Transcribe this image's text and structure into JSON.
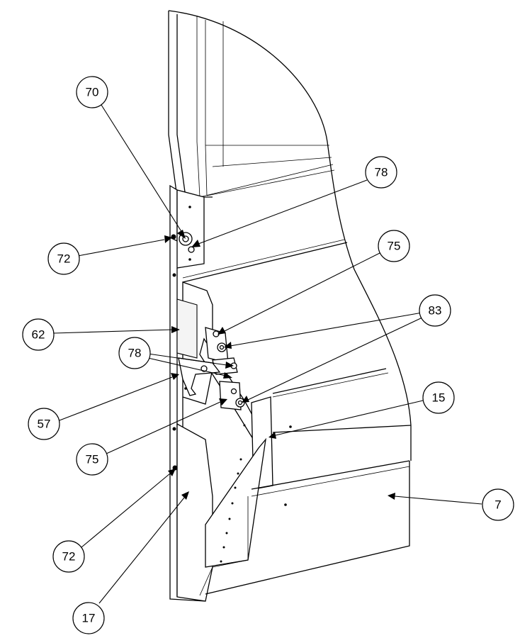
{
  "callouts": [
    {
      "id": "callout-70",
      "label": "70"
    },
    {
      "id": "callout-78-top",
      "label": "78"
    },
    {
      "id": "callout-72-top",
      "label": "72"
    },
    {
      "id": "callout-75-top",
      "label": "75"
    },
    {
      "id": "callout-62",
      "label": "62"
    },
    {
      "id": "callout-83",
      "label": "83"
    },
    {
      "id": "callout-78-mid",
      "label": "78"
    },
    {
      "id": "callout-15",
      "label": "15"
    },
    {
      "id": "callout-57",
      "label": "57"
    },
    {
      "id": "callout-75-bottom",
      "label": "75"
    },
    {
      "id": "callout-7",
      "label": "7"
    },
    {
      "id": "callout-72-bottom",
      "label": "72"
    },
    {
      "id": "callout-17",
      "label": "17"
    }
  ],
  "colors": {
    "line": "#000000",
    "background": "#ffffff"
  }
}
